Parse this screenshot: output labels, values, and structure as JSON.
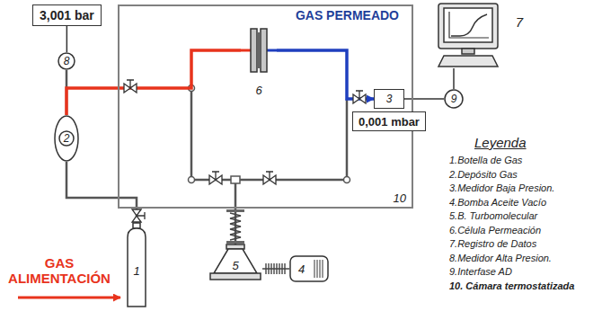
{
  "diagram": {
    "nodes": [
      {
        "text": [
          "GAS PERMEADO",
          "10"
        ]
      },
      {
        "text": [
          "3,001 bar"
        ]
      },
      {
        "text": [
          "8"
        ]
      },
      {
        "text": [
          "2"
        ]
      },
      {
        "text": [
          "1"
        ]
      },
      {
        "text": [
          "6"
        ],
        "in": 0
      },
      {
        "text": [
          "3"
        ],
        "in": 0
      },
      {
        "text": [
          "0,001 mbar"
        ]
      },
      {
        "text": [
          "9"
        ]
      },
      {
        "text": [
          "7"
        ]
      },
      {
        "text": [
          "5"
        ]
      },
      {
        "text": [
          "4"
        ]
      }
    ],
    "edges": [
      {
        "from": 1,
        "to": 2,
        "arrow": "none"
      },
      {
        "from": 2,
        "to": 3,
        "arrow": "none"
      },
      {
        "from": 3,
        "to": 4,
        "arrow": "none"
      },
      {
        "from": 3,
        "to": 5,
        "arrow": "none"
      },
      {
        "from": 5,
        "to": 6,
        "arrow": "to"
      },
      {
        "from": 6,
        "to": 8,
        "arrow": "none"
      },
      {
        "from": 8,
        "to": 9,
        "arrow": "none"
      },
      {
        "from": 10,
        "to": 0,
        "arrow": "none"
      },
      {
        "from": 11,
        "to": 10,
        "arrow": "none"
      }
    ],
    "labels": [
      "GAS ALIMENTACIÓN",
      "Leyenda"
    ],
    "legend": [
      {
        "text": "1.Botella de Gas"
      },
      {
        "text": "2.Depósito Gas"
      },
      {
        "text": "3.Medidor Baja Presion."
      },
      {
        "text": "4.Bomba Aceite Vacío"
      },
      {
        "text": "5.B. Turbomolecular"
      },
      {
        "text": "6.Célula Permeación"
      },
      {
        "text": "7.Registro de Datos"
      },
      {
        "text": "8.Medidor Alta Presion."
      },
      {
        "text": "9.Interfase AD"
      },
      {
        "text": "10. Cámara termostatizada"
      }
    ]
  }
}
